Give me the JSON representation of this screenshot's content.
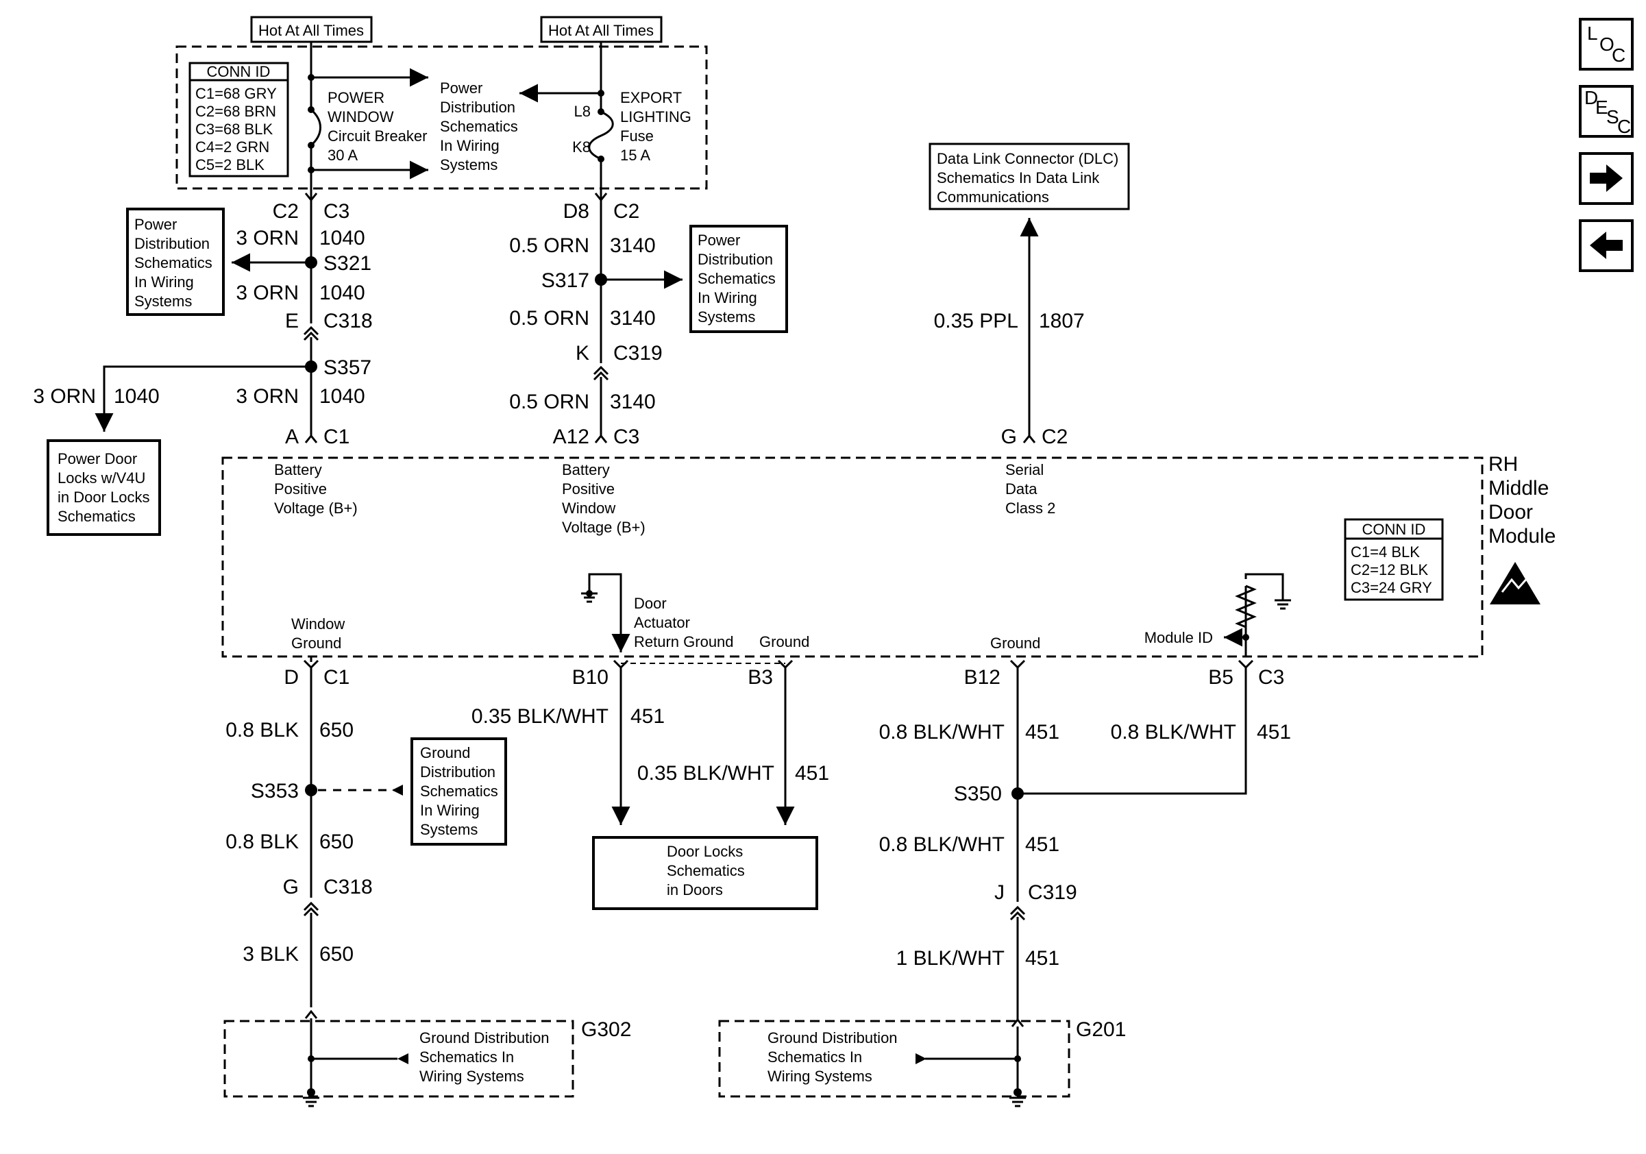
{
  "header": {
    "hot_left": "Hot At All Times",
    "hot_right": "Hot At All Times"
  },
  "fuse_block": {
    "conn_id_title": "CONN ID",
    "conn_ids": [
      "C1=68 GRY",
      "C2=68 BRN",
      "C3=68 BLK",
      "C4=2 GRN",
      "C5=2 BLK"
    ],
    "breaker_lines": [
      "POWER",
      "WINDOW",
      "Circuit Breaker",
      "30 A"
    ],
    "pd_ref_lines": [
      "Power",
      "Distribution",
      "Schematics",
      "In Wiring",
      "Systems"
    ],
    "fuse_pins": [
      "L8",
      "K8"
    ],
    "fuse_lines": [
      "EXPORT",
      "LIGHTING",
      "Fuse",
      "15 A"
    ]
  },
  "circuit_1040": {
    "pin_top": "C2",
    "conn_top": "C3",
    "wire_a_color": "3 ORN",
    "wire_a_num": "1040",
    "splice_a": "S321",
    "wire_b_color": "3 ORN",
    "wire_b_num": "1040",
    "pin_mid": "E",
    "conn_mid": "C318",
    "splice_b": "S357",
    "branch_color": "3 ORN",
    "branch_num": "1040",
    "wire_c_color": "3 ORN",
    "wire_c_num": "1040",
    "pin_bot": "A",
    "conn_bot": "C1",
    "pd_ref_lines": [
      "Power",
      "Distribution",
      "Schematics",
      "In Wiring",
      "Systems"
    ],
    "door_locks_ref_lines": [
      "Power Door",
      "Locks w/V4U",
      "in Door Locks",
      "Schematics"
    ]
  },
  "circuit_3140": {
    "pin_top": "D8",
    "conn_top": "C2",
    "wire_a_color": "0.5 ORN",
    "wire_a_num": "3140",
    "splice": "S317",
    "wire_b_color": "0.5 ORN",
    "wire_b_num": "3140",
    "pin_mid": "K",
    "conn_mid": "C319",
    "wire_c_color": "0.5 ORN",
    "wire_c_num": "3140",
    "pin_bot": "A12",
    "conn_bot": "C3",
    "pd_ref_lines": [
      "Power",
      "Distribution",
      "Schematics",
      "In Wiring",
      "Systems"
    ]
  },
  "circuit_1807": {
    "dlc_ref_lines": [
      "Data Link Connector (DLC)",
      "Schematics In Data Link",
      "Communications"
    ],
    "wire_color": "0.35 PPL",
    "wire_num": "1807",
    "pin": "G",
    "conn": "C2"
  },
  "module": {
    "name_lines": [
      "RH",
      "Middle",
      "Door",
      "Module"
    ],
    "conn_id_title": "CONN ID",
    "conn_ids": [
      "C1=4 BLK",
      "C2=12 BLK",
      "C3=24 GRY"
    ],
    "label_batt": [
      "Battery",
      "Positive",
      "Voltage (B+)"
    ],
    "label_batt_window": [
      "Battery",
      "Positive",
      "Window",
      "Voltage (B+)"
    ],
    "label_serial": [
      "Serial",
      "Data",
      "Class 2"
    ],
    "label_door_actuator": [
      "Door",
      "Actuator",
      "Return Ground"
    ],
    "label_ground_b3": "Ground",
    "label_ground_b12": "Ground",
    "label_window_ground": [
      "Window",
      "Ground"
    ],
    "label_module_id": "Module ID"
  },
  "circuit_650": {
    "pin_top": "D",
    "conn_top": "C1",
    "wire_a_color": "0.8 BLK",
    "wire_a_num": "650",
    "splice": "S353",
    "wire_b_color": "0.8 BLK",
    "wire_b_num": "650",
    "pin_mid": "G",
    "conn_mid": "C318",
    "wire_c_color": "3 BLK",
    "wire_c_num": "650",
    "ground_ref_lines": [
      "Ground",
      "Distribution",
      "Schematics",
      "In Wiring",
      "Systems"
    ],
    "ground_block_lines": [
      "Ground Distribution",
      "Schematics In",
      "Wiring Systems"
    ],
    "ground_id": "G302"
  },
  "circuit_451": {
    "pin_b10": "B10",
    "b10_color": "0.35 BLK/WHT",
    "b10_num": "451",
    "pin_b3": "B3",
    "b3_color": "0.35 BLK/WHT",
    "b3_num": "451",
    "door_locks_lines": [
      "Door Locks",
      "Schematics",
      "in Doors"
    ],
    "pin_b12": "B12",
    "b12_color": "0.8 BLK/WHT",
    "b12_num": "451",
    "pin_b5": "B5",
    "conn_b5": "C3",
    "b5_color": "0.8 BLK/WHT",
    "b5_num": "451",
    "splice": "S350",
    "wire_b_color": "0.8 BLK/WHT",
    "wire_b_num": "451",
    "pin_mid": "J",
    "conn_mid": "C319",
    "wire_c_color": "1 BLK/WHT",
    "wire_c_num": "451",
    "ground_block_lines": [
      "Ground Distribution",
      "Schematics In",
      "Wiring Systems"
    ],
    "ground_id": "G201"
  },
  "nav": {
    "loc_letters": [
      "L",
      "O",
      "C"
    ],
    "desc_letters": [
      "D",
      "E",
      "S",
      "C"
    ],
    "next_icon": "arrow-right-icon",
    "back_icon": "arrow-left-icon"
  }
}
